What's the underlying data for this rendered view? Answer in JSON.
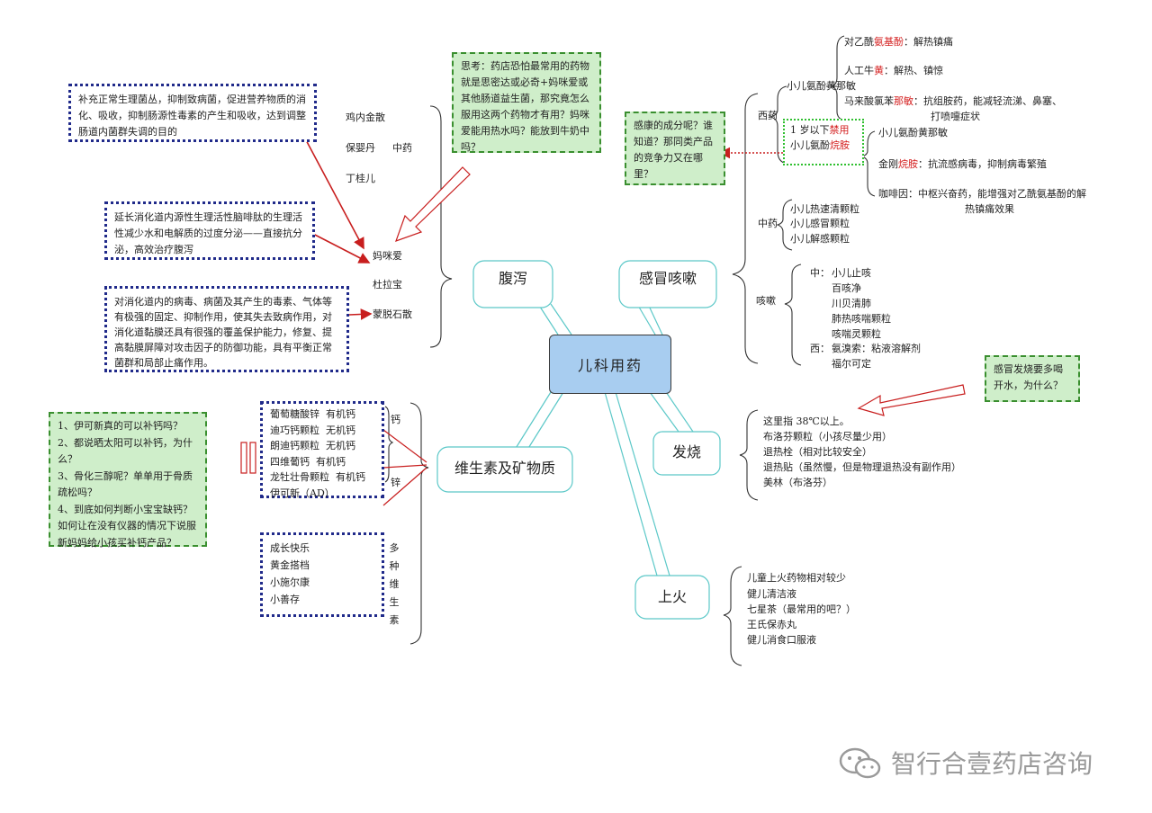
{
  "center": {
    "label": "儿科用药"
  },
  "branches": {
    "diarrhea": "腹泻",
    "cold": "感冒咳嗽",
    "vitamins": "维生素及矿物质",
    "fever": "发烧",
    "heat": "上火"
  },
  "diarrhea": {
    "tcm_items": [
      "鸡内金散",
      "保婴丹",
      "丁桂儿"
    ],
    "tcm_label": "中药",
    "items": [
      "妈咪爱",
      "杜拉宝",
      "蒙脱石散"
    ],
    "note_mamiai": "补充正常生理菌丛，抑制致病菌，促进营养物质的消化、吸收，抑制肠源性毒素的产生和吸收，达到调整肠道内菌群失调的目的",
    "note_dulabao": "延长消化道内源性生理活性脑啡肽的生理活性减少水和电解质的过度分泌——直接抗分泌，高效治疗腹泻",
    "note_smecta": "对消化道内的病毒、病菌及其产生的毒素、气体等有极强的固定、抑制作用，使其失去致病作用，对消化道黏膜还具有很强的覆盖保护能力，修复、提高黏膜屏障对攻击因子的防御功能，具有平衡正常菌群和局部止痛作用。",
    "think": "思考：药店恐怕最常用的药物就是思密达或必奇+妈咪爱或其他肠道益生菌，那究竟怎么服用这两个药物才有用？妈咪爱能用热水吗？能放到牛奶中吗？"
  },
  "cold": {
    "western_label": "西药",
    "tcm_label": "中药",
    "cough_label": "咳嗽",
    "xiaoer_anfen": "小儿氨酚黄那敏",
    "ingredients": [
      {
        "pre": "对乙酰",
        "hl": "氨基酚",
        "post": "：解热镇痛"
      },
      {
        "pre": "人工牛",
        "hl": "黄",
        "post": "：解热、镇惊"
      },
      {
        "pre": "马来酸氯苯",
        "hl": "那敏",
        "post": "：抗组胺药，能减轻流涕、鼻塞、"
      }
    ],
    "ingredient_cont": "打喷嚏症状",
    "ban_line1_pre": "1 岁以下",
    "ban_line1_hl": "禁用",
    "ban_line2_pre": "小儿氨酚",
    "ban_line2_hl": "烷胺",
    "alk_items": [
      {
        "pre": "小儿氨酚黄那敏",
        "hl": "",
        "post": ""
      },
      {
        "pre": "金刚",
        "hl": "烷胺",
        "post": "：抗流感病毒，抑制病毒繁殖"
      },
      {
        "pre": "咖啡因：中枢兴奋药，能增强对乙酰氨基酚的解",
        "hl": "",
        "post": ""
      }
    ],
    "alk_cont": "热镇痛效果",
    "tcm_items": [
      "小儿热速清颗粒",
      "小儿感冒颗粒",
      "小儿解感颗粒"
    ],
    "cough_tcm_label": "中：",
    "cough_tcm_items": [
      "小儿止咳",
      "百咳净",
      "川贝清肺",
      "肺热咳喘颗粒",
      "咳喘灵颗粒"
    ],
    "cough_west_label": "西：",
    "cough_west_items": [
      "氨溴索：粘液溶解剂",
      "福尔可定"
    ],
    "question": "感康的成分呢？谁知道？那同类产品的竞争力又在哪里？"
  },
  "fever": {
    "items": [
      "这里指 38℃以上。",
      "布洛芬颗粒（小孩尽量少用）",
      "退热栓（相对比较安全）",
      "退热贴（虽然慢，但是物理退热没有副作用）",
      "美林（布洛芬）"
    ],
    "question": "感冒发烧要多喝开水，为什么？"
  },
  "heat": {
    "items": [
      "儿童上火药物相对较少",
      "健儿清洁液",
      "七星茶（最常用的吧？）",
      "王氏保赤丸",
      "健儿消食口服液"
    ]
  },
  "vitamins": {
    "calcium_zinc": [
      {
        "name": "葡萄糖酸锌",
        "type": "有机钙"
      },
      {
        "name": "迪巧钙颗粒",
        "type": "无机钙"
      },
      {
        "name": "朗迪钙颗粒",
        "type": "无机钙"
      },
      {
        "name": "四维葡钙",
        "type": "有机钙"
      },
      {
        "name": "龙牡壮骨颗粒",
        "type": "有机钙"
      },
      {
        "name": "伊可新（AD）",
        "type": ""
      }
    ],
    "calcium_label": "钙",
    "zinc_label": "锌",
    "multi_items": [
      "成长快乐",
      "黄金搭档",
      "小施尔康",
      "小善存"
    ],
    "multi_label": "多种维生素",
    "questions": [
      "1、伊可新真的可以补钙吗？",
      "2、都说晒太阳可以补钙，为什么？",
      "3、骨化三醇呢？单单用于骨质疏松吗？",
      "4、到底如何判断小宝宝缺钙？如何让在没有仪器的情况下说服新妈妈给小孩买补钙产品？"
    ]
  },
  "watermark": "智行合壹药店咨询",
  "colors": {
    "center_fill": "#a8cdf0",
    "branch_outline": "#5cc8c8",
    "note_border": "#202a8a",
    "question_fill": "#cfeeca",
    "question_border": "#3a8f2f",
    "arrow_red": "#c81e1e",
    "highlight_red": "#d42020"
  }
}
